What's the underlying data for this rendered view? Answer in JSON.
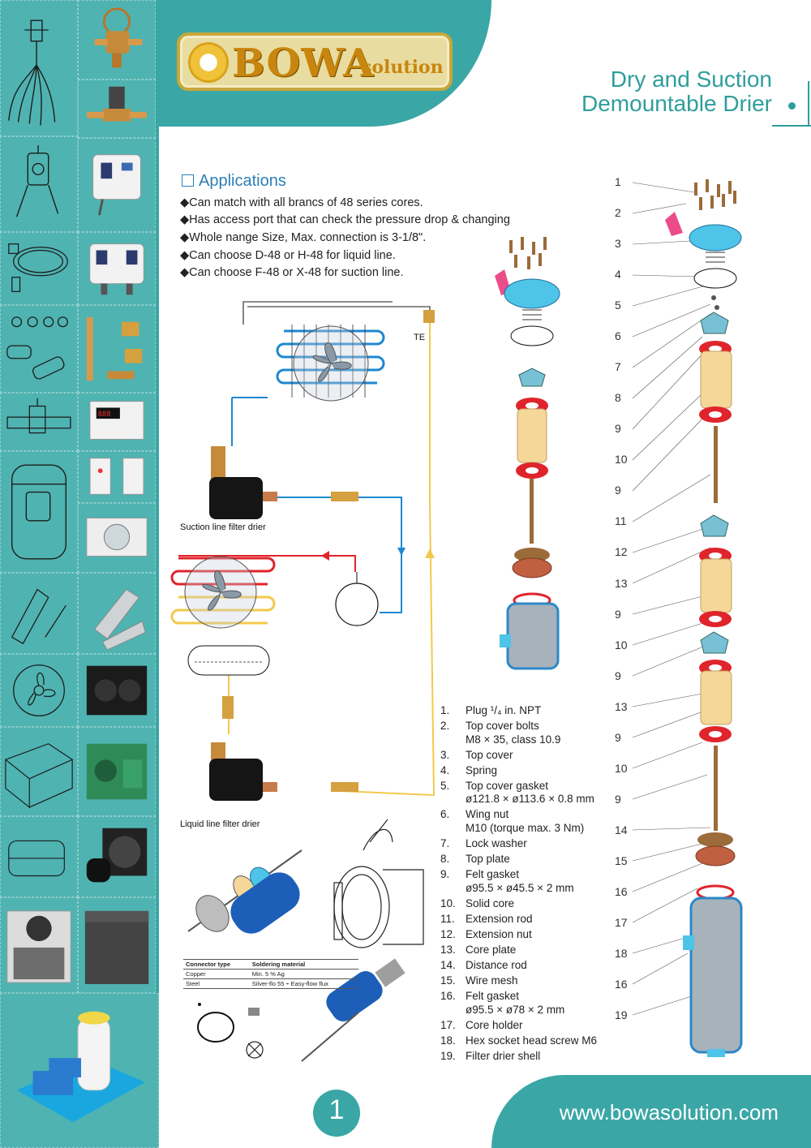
{
  "colors": {
    "teal": "#3aa6a6",
    "title_teal": "#2e9e9b",
    "heading_blue": "#2c7fb8",
    "logo_gold": "#c8860e",
    "pipe_blue": "#1e88d0",
    "pipe_red": "#e0242b",
    "pipe_yellow": "#f2c94c"
  },
  "logo": {
    "name": "BOWA",
    "sub": "solution"
  },
  "title": {
    "line1": "Dry and Suction",
    "line2": "Demountable Drier"
  },
  "applications": {
    "heading": "Applications",
    "items": [
      "◆Can match with all brancs of 48 series cores.",
      "◆Has access port that can check the pressure drop & changing",
      "◆Whole nange Size, Max. connection is 3-1/8\".",
      "◆Can choose  D-48 or H-48 for liquid line.",
      "◆Can choose  F-48 or X-48 for suction line."
    ]
  },
  "schematic": {
    "te_label": "TE",
    "suction_caption": "Suction line filter drier",
    "liquid_caption": "Liquid line filter drier"
  },
  "parts": [
    {
      "n": "1.",
      "name": "Plug ¹/₄ in. NPT"
    },
    {
      "n": "2.",
      "name": "Top cover bolts",
      "sub": "M8 × 35, class 10.9"
    },
    {
      "n": "3.",
      "name": "Top cover"
    },
    {
      "n": "4.",
      "name": "Spring"
    },
    {
      "n": "5.",
      "name": "Top cover gasket",
      "sub": "ø121.8 × ø113.6 × 0.8 mm"
    },
    {
      "n": "6.",
      "name": "Wing nut",
      "sub": "M10 (torque max. 3 Nm)"
    },
    {
      "n": "7.",
      "name": "Lock washer"
    },
    {
      "n": "8.",
      "name": "Top plate"
    },
    {
      "n": "9.",
      "name": "Felt gasket",
      "sub": "ø95.5 × ø45.5 × 2 mm"
    },
    {
      "n": "10.",
      "name": "Solid core"
    },
    {
      "n": "11.",
      "name": "Extension rod"
    },
    {
      "n": "12.",
      "name": "Extension nut"
    },
    {
      "n": "13.",
      "name": "Core plate"
    },
    {
      "n": "14.",
      "name": "Distance rod"
    },
    {
      "n": "15.",
      "name": "Wire mesh"
    },
    {
      "n": "16.",
      "name": "Felt gasket",
      "sub": "ø95.5 × ø78 × 2 mm"
    },
    {
      "n": "17.",
      "name": "Core holder"
    },
    {
      "n": "18.",
      "name": "Hex socket head screw M6"
    },
    {
      "n": "19.",
      "name": "Filter drier shell"
    }
  ],
  "callouts": [
    "1",
    "2",
    "3",
    "4",
    "5",
    "6",
    "7",
    "8",
    "9",
    "10",
    "9",
    "11",
    "12",
    "13",
    "9",
    "10",
    "9",
    "13",
    "9",
    "10",
    "9",
    "14",
    "15",
    "16",
    "17",
    "18",
    "16",
    "19"
  ],
  "connector_table": {
    "headers": [
      "Connector type",
      "Soldering material"
    ],
    "rows": [
      [
        "Copper",
        "Min. 5 % Ag"
      ],
      [
        "Steel",
        "Silver-flo 55 ÷ Easy-flow flux"
      ]
    ]
  },
  "footer": {
    "url": "www.bowasolution.com",
    "page": "1"
  }
}
